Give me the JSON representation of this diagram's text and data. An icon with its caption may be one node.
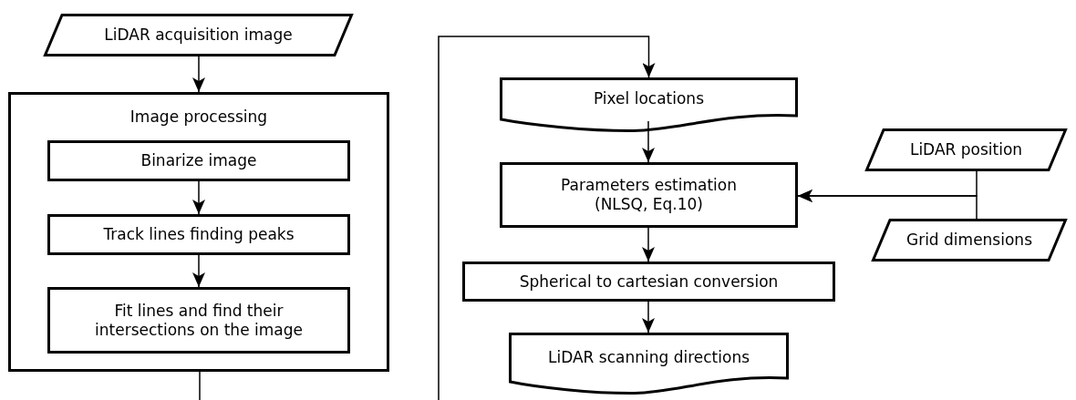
{
  "diagram": {
    "nodes": [
      {
        "text": [
          "LiDAR acquisition image"
        ]
      },
      {
        "text": [
          "Image processing"
        ]
      },
      {
        "text": [
          "Binarize image"
        ],
        "in": 1
      },
      {
        "text": [
          "Track lines finding peaks"
        ],
        "in": 1
      },
      {
        "text": [
          "Fit lines and find their intersections on the image"
        ],
        "in": 1
      },
      {
        "text": [
          "Pixel locations"
        ]
      },
      {
        "text": [
          "Parameters estimation (NLSQ, Eq.10)"
        ]
      },
      {
        "text": [
          "Spherical to cartesian conversion"
        ]
      },
      {
        "text": [
          "LiDAR scanning directions"
        ]
      },
      {
        "text": [
          "LiDAR position"
        ]
      },
      {
        "text": [
          "Grid dimensions"
        ]
      }
    ],
    "edges": [
      {
        "from": 0,
        "to": 1,
        "arrow": "to"
      },
      {
        "from": 2,
        "to": 3,
        "arrow": "to"
      },
      {
        "from": 3,
        "to": 4,
        "arrow": "to"
      },
      {
        "from": 1,
        "to": null,
        "arrow": "none"
      },
      {
        "from": null,
        "to": 5,
        "arrow": "to"
      },
      {
        "from": 5,
        "to": 6,
        "arrow": "to"
      },
      {
        "from": 6,
        "to": 7,
        "arrow": "to"
      },
      {
        "from": 7,
        "to": 8,
        "arrow": "to"
      },
      {
        "from": 9,
        "to": 6,
        "arrow": "to"
      },
      {
        "from": 10,
        "to": 6,
        "arrow": "to"
      }
    ]
  }
}
